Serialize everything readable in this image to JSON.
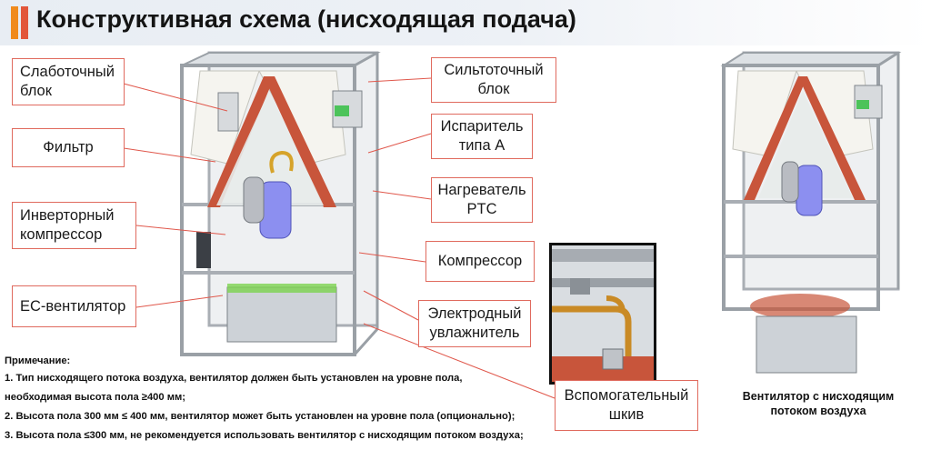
{
  "title": "Конструктивная схема (нисходящая подача)",
  "labels": {
    "low_current": "Слаботочный\nблок",
    "high_current": "Сильтоточный\nблок",
    "filter": "Фильтр",
    "evaporator": "Испаритель\nтипа А",
    "heater": "Нагреватель\nPTC",
    "inverter_compressor": "Инверторный\nкомпрессор",
    "compressor": "Компрессор",
    "ec_fan": "EC-вентилятор",
    "humidifier": "Электродный\nувлажнитель",
    "pulley": "Вспомогательный\nшкив"
  },
  "notes": {
    "header": "Примечание:",
    "line1": "1. Тип нисходящего потока воздуха, вентилятор должен быть установлен на уровне пола,",
    "line1b": "необходимая высота пола ≥400 мм;",
    "line2": "2. Высота пола 300 мм ≤ 400 мм, вентилятор может быть установлен на уровне пола (опционально);",
    "line3": "3. Высота пола ≤300 мм, не рекомендуется использовать вентилятор с нисходящим потоком воздуха;"
  },
  "caption": "Вентилятор с нисходящим\nпотоком воздуха",
  "colors": {
    "accent_orange": "#f08a1c",
    "accent_red": "#e2563a",
    "label_border": "#e06a5e",
    "coil_red": "#c8553b",
    "frame": "#b7bcc2"
  }
}
